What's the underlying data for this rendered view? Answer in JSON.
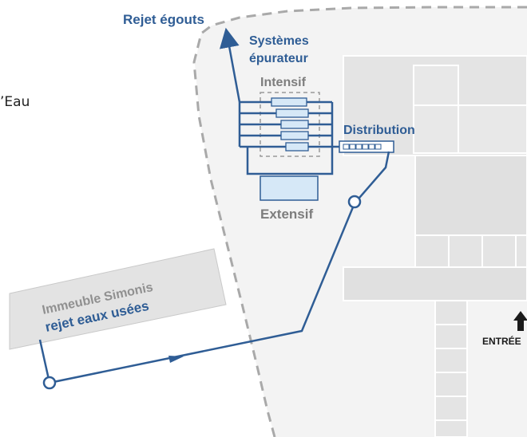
{
  "labels": {
    "rejet_egouts": "Rejet égouts",
    "systemes_line1": "Systèmes",
    "systemes_line2": "épurateur",
    "intensif": "Intensif",
    "distribution": "Distribution",
    "extensif": "Extensif",
    "immeuble_line1": "Immeuble Simonis",
    "immeuble_line2": "rejet eaux usées",
    "entree": "ENTRÉE",
    "left_fragment": "’Eau"
  },
  "colors": {
    "blue": "#2f5d95",
    "grey_text": "#8a8a8a",
    "building_fill": "#e3e3e3",
    "building_stroke": "#c9c9c9",
    "zone_fill": "#f3f3f3",
    "zone_border": "#a9a9a9",
    "tank_fill": "#d6e8f7"
  }
}
